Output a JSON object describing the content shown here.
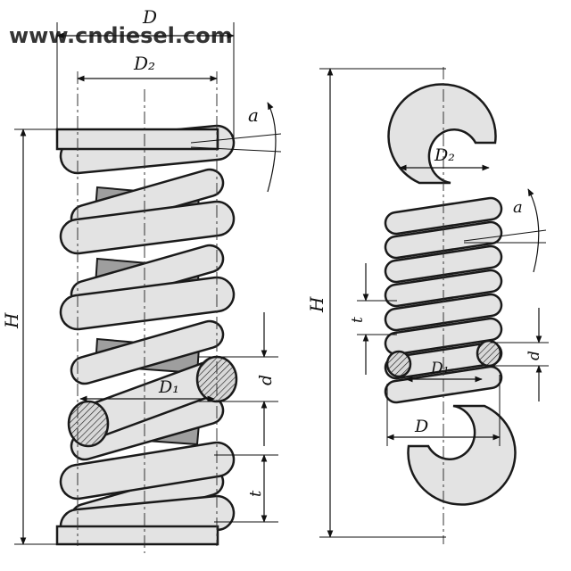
{
  "colors": {
    "coil_fill": "#e3e3e3",
    "inner_fill": "#9e9e9e",
    "outline": "#1a1a1a",
    "section_fill": "#cfcfcf",
    "watermark": "#cccccc"
  },
  "watermark": "www.cndiesel.com",
  "compression_spring": {
    "labels": {
      "D": "D",
      "D2": "D₂",
      "D1": "D₁",
      "H": "H",
      "a": "a",
      "d": "d",
      "t": "t"
    }
  },
  "extension_spring": {
    "labels": {
      "D": "D",
      "D2": "D₂",
      "D1": "D₁",
      "H": "H",
      "a": "a",
      "d": "d",
      "t": "t"
    }
  }
}
